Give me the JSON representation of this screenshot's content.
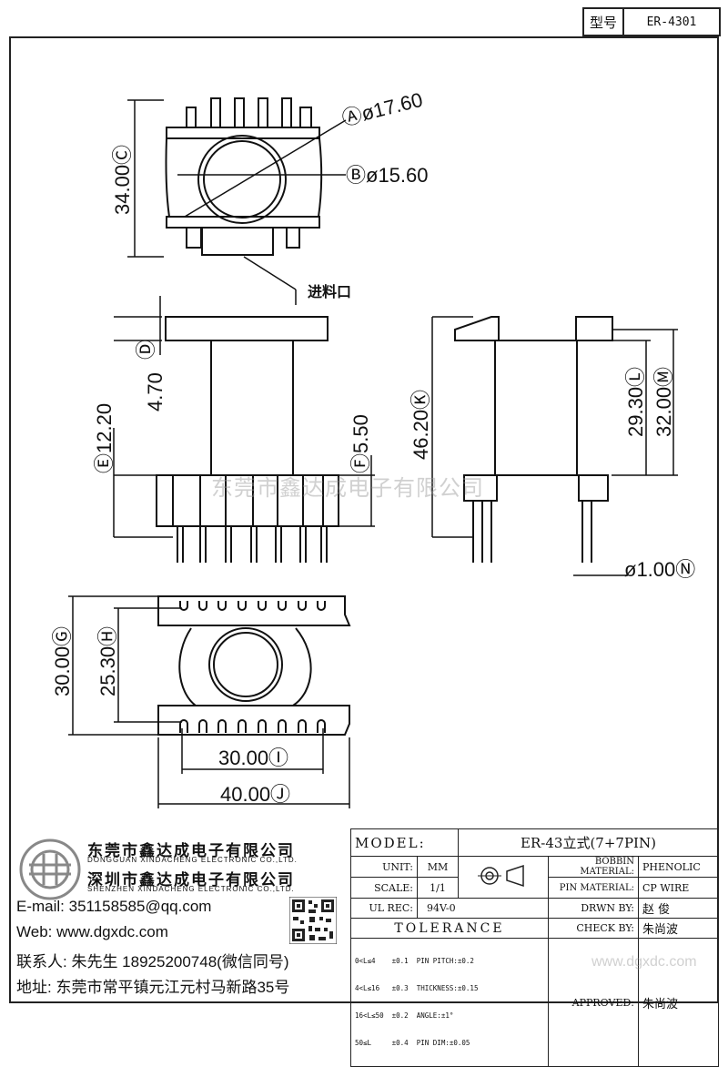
{
  "header": {
    "label": "型号",
    "value": "ER-4301"
  },
  "dimensions": {
    "A": "Ⓐø17.60",
    "B": "Ⓑø15.60",
    "C": "34.00Ⓒ",
    "D": "Ⓓ",
    "D_val": "4.70",
    "E": "Ⓔ12.20",
    "F": "Ⓕ5.50",
    "K": "46.20Ⓚ",
    "L": "29.30Ⓛ",
    "M": "32.00Ⓜ",
    "N": "ø1.00Ⓝ",
    "G": "30.00Ⓖ",
    "H": "25.30Ⓗ",
    "I": "30.00Ⓘ",
    "J": "40.00Ⓙ"
  },
  "feed_label": "进料口",
  "watermark": "东莞市鑫达成电子有限公司",
  "company": {
    "name_dg": "东莞市鑫达成电子有限公司",
    "en_dg": "DONGGUAN XINDACHENG ELECTRONIC CO.,LTD.",
    "name_sz": "深圳市鑫达成电子有限公司",
    "en_sz": "SHENZHEN XINDACHENG ELECTRONIC CO.,LTD.",
    "email": "E-mail: 351158585@qq.com",
    "web": "Web: www.dgxdc.com",
    "contact": "联系人: 朱先生 18925200748(微信同号)",
    "address": "地址: 东莞市常平镇元江元村马新路35号"
  },
  "title_block": {
    "model_label": "MODEL:",
    "model_value": "ER-43立式(7+7PIN)",
    "unit_label": "UNIT:",
    "unit_value": "MM",
    "scale_label": "SCALE:",
    "scale_value": "1/1",
    "ulrec_label": "UL REC:",
    "ulrec_value": "94V-0",
    "tolerance_label": "TOLERANCE",
    "tol_rows": [
      "0<L≤4    ±0.1  PIN PITCH:±0.2",
      "4<L≤16   ±0.3  THICKNESS:±0.15",
      "16<L≤50  ±0.2  ANGLE:±1°",
      "50≤L     ±0.4  PIN DIM:±0.05"
    ],
    "bobbin_label": "BOBBIN MATERIAL:",
    "bobbin_value": "PHENOLIC",
    "pin_label": "PIN MATERIAL:",
    "pin_value": "CP WIRE",
    "drawn_label": "DRWN BY:",
    "drawn_value": "赵 俊",
    "check_label": "CHECK BY:",
    "check_value": "朱尚波",
    "approved_label": "APPROVED:",
    "approved_value": "朱尚波",
    "watermark2": "www.dgxdc.com"
  }
}
